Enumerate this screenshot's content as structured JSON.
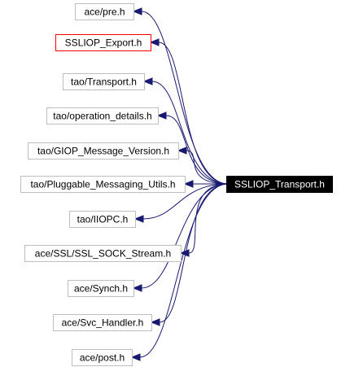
{
  "diagram": {
    "root": {
      "id": "root",
      "label": "SSLIOP_Transport.h"
    },
    "includes": [
      {
        "id": "pre",
        "label": "ace/pre.h",
        "highlight": false
      },
      {
        "id": "export",
        "label": "SSLIOP_Export.h",
        "highlight": true
      },
      {
        "id": "transport",
        "label": "tao/Transport.h",
        "highlight": false
      },
      {
        "id": "opdetails",
        "label": "tao/operation_details.h",
        "highlight": false
      },
      {
        "id": "giop",
        "label": "tao/GIOP_Message_Version.h",
        "highlight": false
      },
      {
        "id": "pmu",
        "label": "tao/Pluggable_Messaging_Utils.h",
        "highlight": false
      },
      {
        "id": "iiopc",
        "label": "tao/IIOPC.h",
        "highlight": false
      },
      {
        "id": "sslsock",
        "label": "ace/SSL/SSL_SOCK_Stream.h",
        "highlight": false
      },
      {
        "id": "synch",
        "label": "ace/Synch.h",
        "highlight": false
      },
      {
        "id": "svc",
        "label": "ace/Svc_Handler.h",
        "highlight": false
      },
      {
        "id": "post",
        "label": "ace/post.h",
        "highlight": false
      }
    ],
    "colors": {
      "edge": "#191970",
      "node_border": "#bfbfbf",
      "highlight_border": "#ff0000",
      "root_fill": "#000000",
      "root_text": "#ffffff"
    }
  }
}
